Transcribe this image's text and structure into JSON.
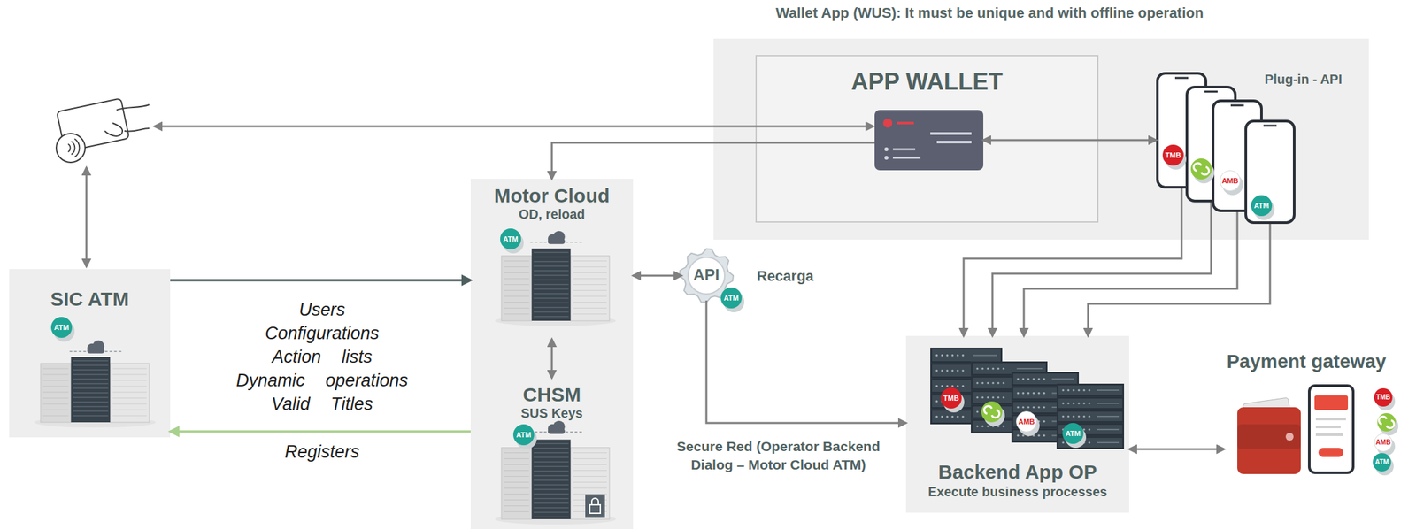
{
  "diagram": {
    "nodes": [
      {
        "text": [
          "Wallet App (WUS): It must be unique and with offline operation"
        ]
      },
      {
        "text": [
          "APP WALLET"
        ],
        "in": 0
      },
      {
        "text": [
          "Plug-in - API"
        ],
        "in": 0
      },
      {
        "text": [
          "SIC ATM"
        ]
      },
      {
        "text": [
          "Motor Cloud",
          "OD, reload"
        ]
      },
      {
        "text": [
          "CHSM",
          "SUS Keys"
        ]
      },
      {
        "text": [
          "API",
          "Recarga"
        ]
      },
      {
        "text": [
          "Backend App OP",
          "Execute business processes"
        ]
      },
      {
        "text": [
          "Payment gateway"
        ]
      }
    ],
    "edges": [
      {
        "from": 1,
        "to": 2,
        "arrow": "both"
      },
      {
        "from": 1,
        "to": 4,
        "arrow": "to"
      },
      {
        "from": 3,
        "to": 4,
        "arrow": "to",
        "label": "Users Configurations Action lists Dynamic operations Valid Titles"
      },
      {
        "from": 5,
        "to": 3,
        "arrow": "to",
        "label": "Registers"
      },
      {
        "from": 4,
        "to": 6,
        "arrow": "both"
      },
      {
        "from": 4,
        "to": 5,
        "arrow": "both"
      },
      {
        "from": 2,
        "to": 7,
        "arrow": "to"
      },
      {
        "from": 2,
        "to": 7,
        "arrow": "to"
      },
      {
        "from": 2,
        "to": 7,
        "arrow": "to"
      },
      {
        "from": 2,
        "to": 7,
        "arrow": "to"
      },
      {
        "from": 6,
        "to": 7,
        "arrow": "to",
        "label": "Secure Red (Operator Backend Dialog – Motor Cloud ATM)"
      },
      {
        "from": 7,
        "to": 8,
        "arrow": "both"
      }
    ],
    "labels": [
      "ATM",
      "ATM",
      "ATM",
      "ATM",
      "TMB",
      "AMB",
      "ATM",
      "TMB",
      "AMB",
      "ATM",
      "TMB",
      "AMB",
      "ATM"
    ]
  }
}
